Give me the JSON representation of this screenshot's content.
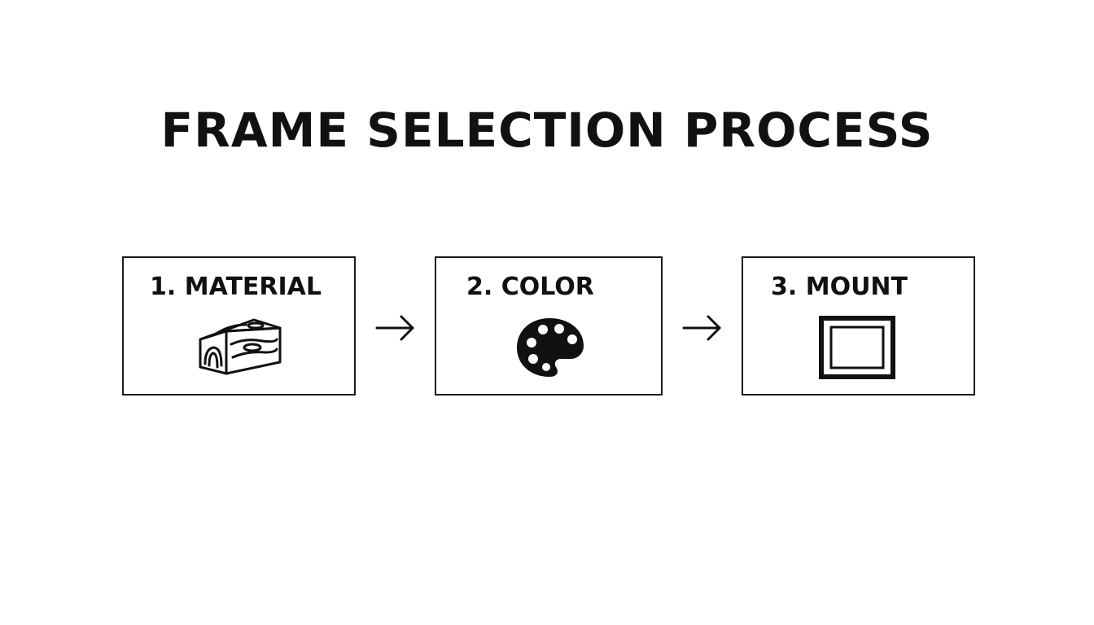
{
  "title": "FRAME SELECTION PROCESS",
  "steps": [
    {
      "label": "1. MATERIAL",
      "icon": "wood-log-icon"
    },
    {
      "label": "2. COLOR",
      "icon": "paint-palette-icon"
    },
    {
      "label": "3. MOUNT",
      "icon": "picture-frame-icon"
    }
  ],
  "connectors": [
    "arrow-right-icon",
    "arrow-right-icon"
  ],
  "colors": {
    "ink": "#111111",
    "background": "#ffffff"
  }
}
